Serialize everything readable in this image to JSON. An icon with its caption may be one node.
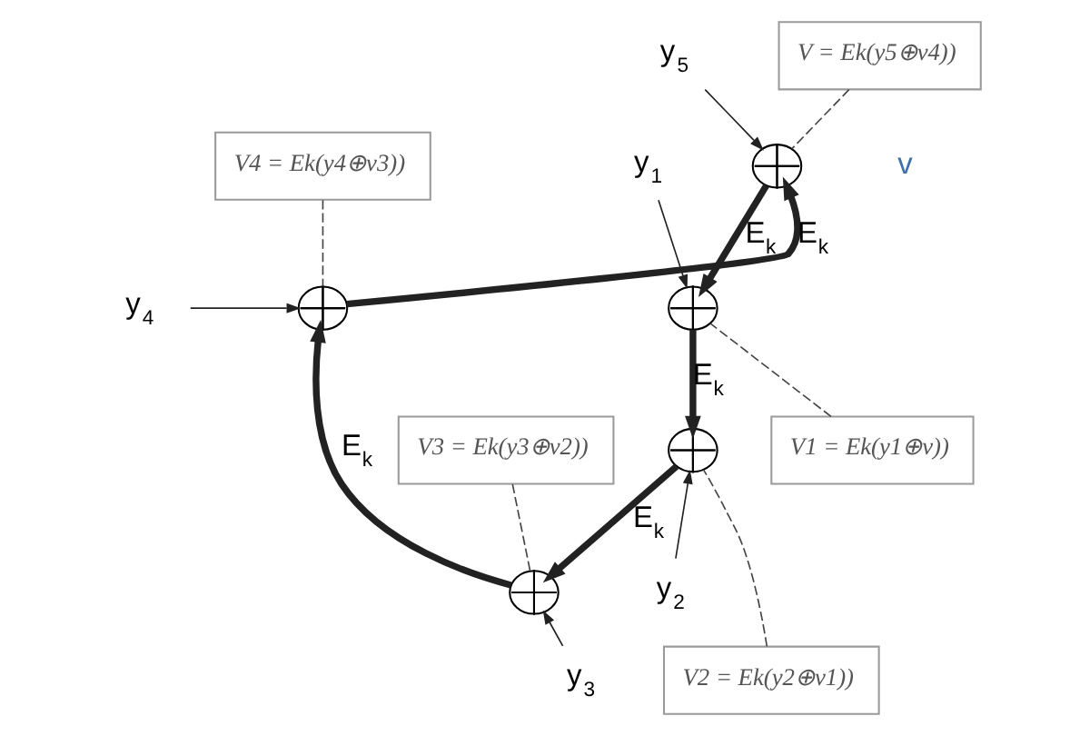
{
  "diagram": {
    "nodes": [
      {
        "text": [
          "y$_{5}$"
        ]
      },
      {
        "text": [
          "V = Ek(y5⊕v4))"
        ]
      },
      {
        "text": [
          "V4 = Ek(y4⊕v3))"
        ]
      },
      {
        "text": [],
        "shape": "circle"
      },
      {
        "text": [
          "y$_{4}$"
        ]
      },
      {
        "text": [],
        "shape": "circle"
      },
      {
        "text": [
          "y$_{1}$"
        ]
      },
      {
        "text": [],
        "shape": "circle"
      },
      {
        "text": [
          "V1 = Ek(y1⊕v))"
        ]
      },
      {
        "text": [
          "V3 = Ek(y3⊕v2))"
        ]
      },
      {
        "text": [],
        "shape": "circle"
      },
      {
        "text": [],
        "shape": "circle"
      },
      {
        "text": [
          "y$_{2}$"
        ]
      },
      {
        "text": [
          "y$_{3}$"
        ]
      },
      {
        "text": [
          "V2 = Ek(y2⊕v1))"
        ]
      }
    ],
    "edges": [
      {
        "from": 3,
        "to": 7,
        "arrow": "to",
        "label": "E$_{k}$",
        "style": "thick"
      },
      {
        "from": 7,
        "to": 11,
        "arrow": "to",
        "label": "E$_{k}$",
        "style": "thick"
      },
      {
        "from": 11,
        "to": 10,
        "arrow": "to",
        "label": "E$_{k}$",
        "style": "thick"
      },
      {
        "from": 10,
        "to": 5,
        "arrow": "to",
        "label": "E$_{k}$",
        "style": "thick"
      },
      {
        "from": 5,
        "to": 3,
        "arrow": "to",
        "label": "E$_{k}$",
        "style": "thick"
      },
      {
        "from": 0,
        "to": 3,
        "arrow": "to"
      },
      {
        "from": 4,
        "to": 5,
        "arrow": "to"
      },
      {
        "from": 6,
        "to": 7,
        "arrow": "to"
      },
      {
        "from": 12,
        "to": 11,
        "arrow": "to"
      },
      {
        "from": 13,
        "to": 10,
        "arrow": "to"
      },
      {
        "from": 1,
        "to": 3,
        "arrow": "none",
        "style": "dashed"
      },
      {
        "from": 2,
        "to": 5,
        "arrow": "none",
        "style": "dashed"
      },
      {
        "from": 8,
        "to": 7,
        "arrow": "none",
        "style": "dashed"
      },
      {
        "from": 9,
        "to": 10,
        "arrow": "none",
        "style": "dashed"
      },
      {
        "from": 14,
        "to": 11,
        "arrow": "none",
        "style": "dashed"
      }
    ],
    "labels": [
      "v"
    ]
  }
}
